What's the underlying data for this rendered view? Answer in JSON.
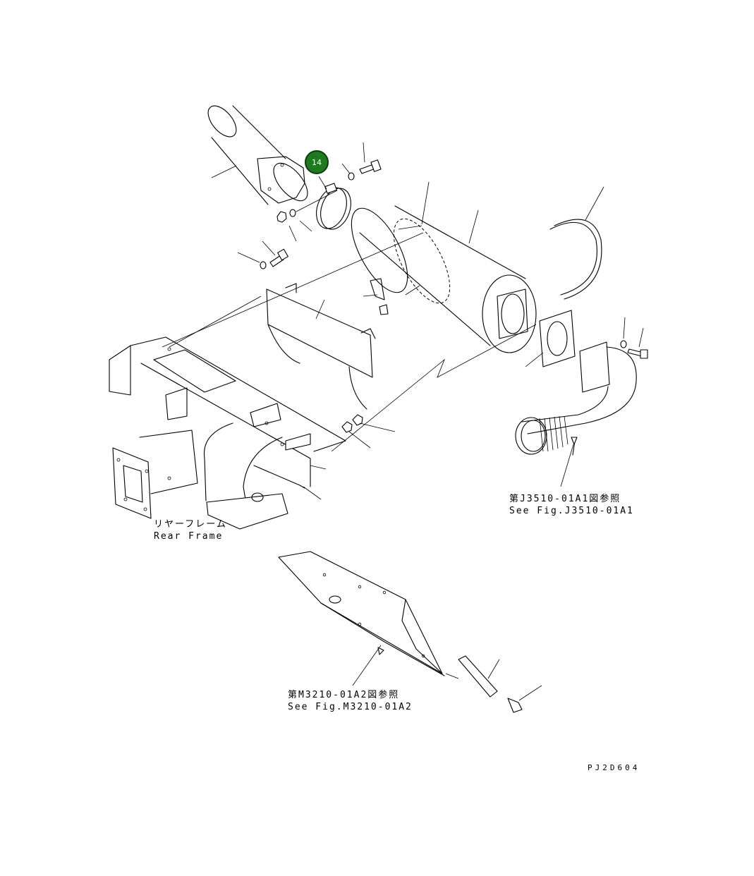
{
  "callouts": [
    {
      "label": "14",
      "color": "#1f7a1f"
    }
  ],
  "labels": {
    "rear_frame_jp": "リヤーフレーム",
    "rear_frame_en": "Rear Frame",
    "ref_j3510_jp": "第J3510-01A1図参照",
    "ref_j3510_en": "See Fig.J3510-01A1",
    "ref_m3210_jp": "第M3210-01A2図参照",
    "ref_m3210_en": "See Fig.M3210-01A2",
    "drawing_number": "PJ2D604"
  }
}
